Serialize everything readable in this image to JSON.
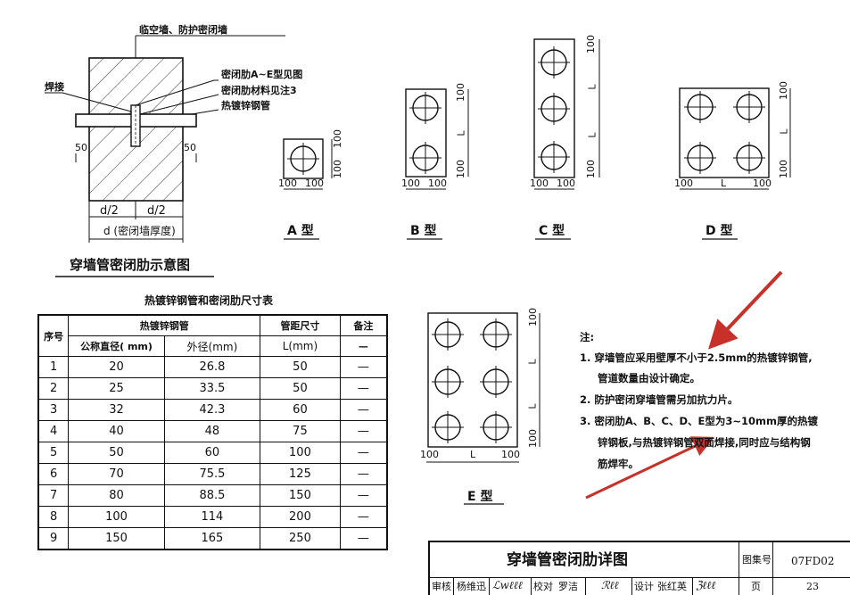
{
  "diagram": {
    "wall_label": "临空墙、防护密闭墙",
    "weld_label": "焊接",
    "rib_type_label": "密闭肋A~E型见图",
    "rib_material_label": "密闭肋材料见注3",
    "pipe_label": "热镀锌钢管",
    "dim_50_left": "50",
    "dim_50_right": "50",
    "half_left": "d/2",
    "half_right": "d/2",
    "thickness_label": "d (密闭墙厚度)",
    "caption": "穿墙管密闭肋示意图"
  },
  "types": {
    "A": {
      "label": "A 型",
      "d1": "100",
      "d2": "100",
      "v1": "100",
      "v2": "100"
    },
    "B": {
      "label": "B 型",
      "d1": "100",
      "d2": "100",
      "v1": "100",
      "vL": "L",
      "v2": "100"
    },
    "C": {
      "label": "C 型",
      "d1": "100",
      "d2": "100",
      "v1": "100",
      "vL1": "L",
      "vL2": "L",
      "v2": "100"
    },
    "D": {
      "label": "D 型",
      "d1": "100",
      "dL": "L",
      "d2": "100",
      "v1": "100",
      "vL": "L",
      "v2": "100"
    },
    "E": {
      "label": "E 型",
      "d1": "100",
      "dL": "L",
      "d2": "100",
      "v1": "100",
      "vL1": "L",
      "vL2": "L",
      "v2": "100"
    }
  },
  "table": {
    "title": "热镀锌钢管和密闭肋尺寸表",
    "headers": {
      "index": "序号",
      "pipe": "热镀锌钢管",
      "spacing": "管距尺寸",
      "remark": "备注",
      "nominal": "公称直径( mm)",
      "outer": "外径(mm)",
      "L": "L(mm)",
      "dash": "—"
    },
    "rows": [
      {
        "no": "1",
        "nominal": "20",
        "outer": "26.8",
        "L": "50",
        "remark": "—"
      },
      {
        "no": "2",
        "nominal": "25",
        "outer": "33.5",
        "L": "50",
        "remark": "—"
      },
      {
        "no": "3",
        "nominal": "32",
        "outer": "42.3",
        "L": "60",
        "remark": "—"
      },
      {
        "no": "4",
        "nominal": "40",
        "outer": "48",
        "L": "75",
        "remark": "—"
      },
      {
        "no": "5",
        "nominal": "50",
        "outer": "60",
        "L": "100",
        "remark": "—"
      },
      {
        "no": "6",
        "nominal": "70",
        "outer": "75.5",
        "L": "125",
        "remark": "—"
      },
      {
        "no": "7",
        "nominal": "80",
        "outer": "88.5",
        "L": "150",
        "remark": "—"
      },
      {
        "no": "8",
        "nominal": "100",
        "outer": "114",
        "L": "200",
        "remark": "—"
      },
      {
        "no": "9",
        "nominal": "150",
        "outer": "165",
        "L": "250",
        "remark": "—"
      }
    ]
  },
  "notes": {
    "heading": "注:",
    "n1a": "1. 穿墙管应采用壁厚不小于2.5mm的热镀锌钢管,",
    "n1b": "管道数量由设计确定。",
    "n2": "2. 防护密闭穿墙管需另加抗力片。",
    "n3a": "3. 密闭肋A、B、C、D、E型为3~10mm厚的热镀",
    "n3b": "锌钢板,与热镀锌钢管双面焊接,同时应与结构钢",
    "n3c": "筋焊牢。"
  },
  "title_block": {
    "title": "穿墙管密闭肋详图",
    "atlas_no_label": "图集号",
    "atlas_no": "07FD02",
    "review_label": "审核",
    "reviewer": "杨维迅",
    "check_label": "校对",
    "checker": "罗洁",
    "design_label": "设计",
    "designer": "张红英",
    "page_label": "页",
    "page": "23"
  },
  "colors": {
    "annotation_arrow": "#c8302a",
    "ink": "#111111"
  }
}
